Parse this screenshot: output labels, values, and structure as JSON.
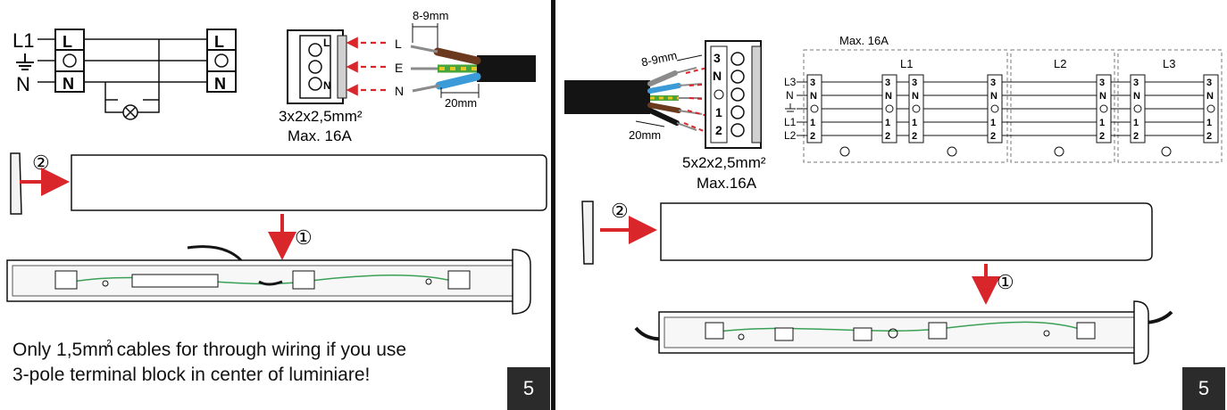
{
  "left": {
    "schematic": {
      "l_label": "L1",
      "n_label": "N",
      "terminal_l": "L",
      "terminal_n": "N"
    },
    "block": {
      "pin_l": "L",
      "pin_n": "N"
    },
    "wire_labels": {
      "l": "L",
      "e": "E",
      "n": "N"
    },
    "strip_length": "8-9mm",
    "core_length": "20mm",
    "cable_spec": "3x2x2,5mm²",
    "max_current": "Max. 16A",
    "step_cover": "②",
    "step_down": "①",
    "note_line1_pre": "Only 1,5mm",
    "note_sup": "2",
    "note_line1_post": " cables for through wiring if you use",
    "note_line2": "3-pole terminal block in center of luminiare!",
    "page_number": "5"
  },
  "right": {
    "strip_length": "8-9mm",
    "core_length": "20mm",
    "block_pins": [
      "3",
      "N",
      "1",
      "2"
    ],
    "cable_spec": "5x2x2,5mm²",
    "max_current": "Max.16A",
    "schematic": {
      "max_current": "Max. 16A",
      "phase_groups": [
        "L1",
        "L2",
        "L3"
      ],
      "line_labels": [
        "L3",
        "N",
        "",
        "L1",
        "L2"
      ],
      "terminal_pins": [
        "3",
        "N",
        "1",
        "2"
      ]
    },
    "step_cover": "②",
    "step_down": "①",
    "page_number": "5"
  },
  "colors": {
    "arrow_red": "#d9262a",
    "cable_black": "#141414",
    "wire_brown": "#6b3a1e",
    "wire_blue": "#3a9bd8",
    "wire_green": "#47a53b",
    "wire_yellow": "#e6c722",
    "wire_grey": "#8b8b8b",
    "badge_dark": "#2b2b2b",
    "divider": "#111111"
  }
}
